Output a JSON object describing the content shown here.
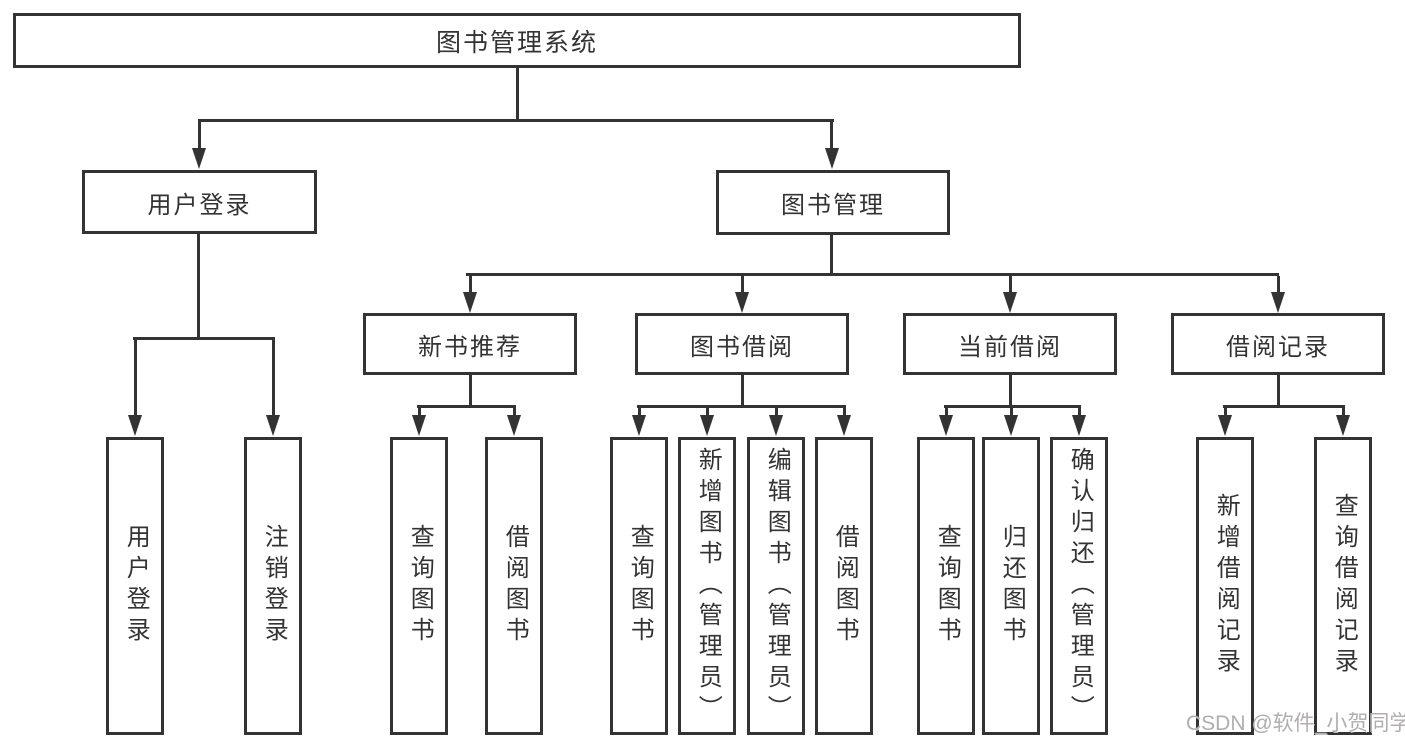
{
  "diagram_title": "图书管理系统",
  "tree": {
    "root": {
      "label": "图书管理系统",
      "children": [
        {
          "label": "用户登录",
          "children": [
            {
              "label": "用户登录"
            },
            {
              "label": "注销登录"
            }
          ]
        },
        {
          "label": "图书管理",
          "children": [
            {
              "label": "新书推荐",
              "children": [
                {
                  "label": "查询图书"
                },
                {
                  "label": "借阅图书"
                }
              ]
            },
            {
              "label": "图书借阅",
              "children": [
                {
                  "label": "查询图书"
                },
                {
                  "label": "新增图书（管理员）"
                },
                {
                  "label": "编辑图书（管理员）"
                },
                {
                  "label": "借阅图书"
                }
              ]
            },
            {
              "label": "当前借阅",
              "children": [
                {
                  "label": "查询图书"
                },
                {
                  "label": "归还图书"
                },
                {
                  "label": "确认归还（管理员）"
                }
              ]
            },
            {
              "label": "借阅记录",
              "children": [
                {
                  "label": "新增借阅记录"
                },
                {
                  "label": "查询借阅记录"
                }
              ]
            }
          ]
        }
      ]
    }
  },
  "watermark": {
    "text": "CSDN @软件_小贺同学"
  },
  "colors": {
    "line": "#333333",
    "text": "#333333",
    "background": "#ffffff",
    "watermark": "#b0aeae"
  }
}
